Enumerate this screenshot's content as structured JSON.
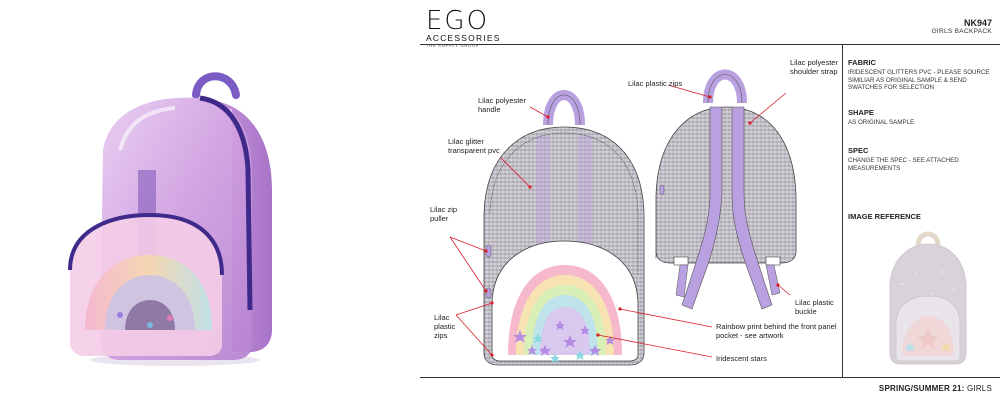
{
  "brand": {
    "logo_main": "EGO",
    "logo_sub": "ACCESSORIES",
    "logo_tag": "THE SUPPLY GROUP"
  },
  "product": {
    "code": "NK947",
    "name": "GIRLS BACKPACK"
  },
  "specs": {
    "fabric_heading": "FABRIC",
    "fabric_text": "IRIDESCENT GLITTERS PVC - PLEASE SOURCE SIMILIAR AS ORIGINAL SAMPLE & SEND SWATCHES FOR SELECTION",
    "shape_heading": "SHAPE",
    "shape_text": "AS ORIGINAL SAMPLE",
    "spec_heading": "SPEC",
    "spec_text": "CHANGE THE SPEC - SEE ATTACHED MEASUREMENTS",
    "image_ref_heading": "IMAGE REFERENCE"
  },
  "callouts": {
    "plastic_zips_top": "Lilac plastic zips",
    "shoulder_strap": "Lilac polyester shoulder strap",
    "handle": "Lilac polyester handle",
    "glitter_pvc": "Lilac glitter transparent pvc",
    "zip_puller": "Lilac zip puller",
    "plastic_zips_side": "Lilac plastic zips",
    "plastic_buckle": "Lilac plastic buckle",
    "rainbow_print": "Rainbow print behind the front panel pocket - see artwork",
    "stars": "Iridescent stars"
  },
  "footer": {
    "season": "SPRING/SUMMER 21:",
    "category": "GIRLS"
  },
  "colors": {
    "lilac": "#b9a0e0",
    "lilac_dark": "#6d52b8",
    "pvc": "#d8b3e6",
    "leader": "#d81e2a"
  }
}
